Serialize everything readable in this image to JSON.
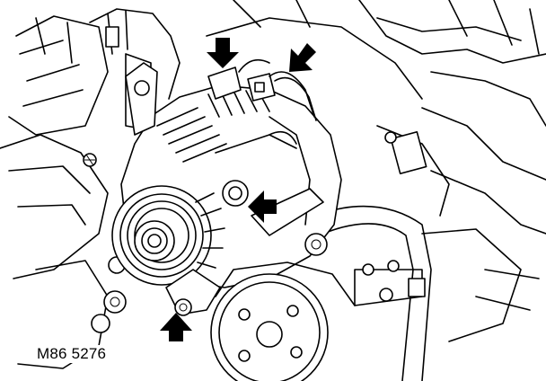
{
  "figure": {
    "label": "M86 5276",
    "ink_color": "#000000",
    "paper_color": "#ffffff"
  },
  "callouts": [
    {
      "name": "arrow-connector-top-left",
      "direction": "down"
    },
    {
      "name": "arrow-connector-top-right",
      "direction": "down-left"
    },
    {
      "name": "arrow-mounting-bolt-upper",
      "direction": "left"
    },
    {
      "name": "arrow-mounting-bolt-lower",
      "direction": "up"
    }
  ]
}
